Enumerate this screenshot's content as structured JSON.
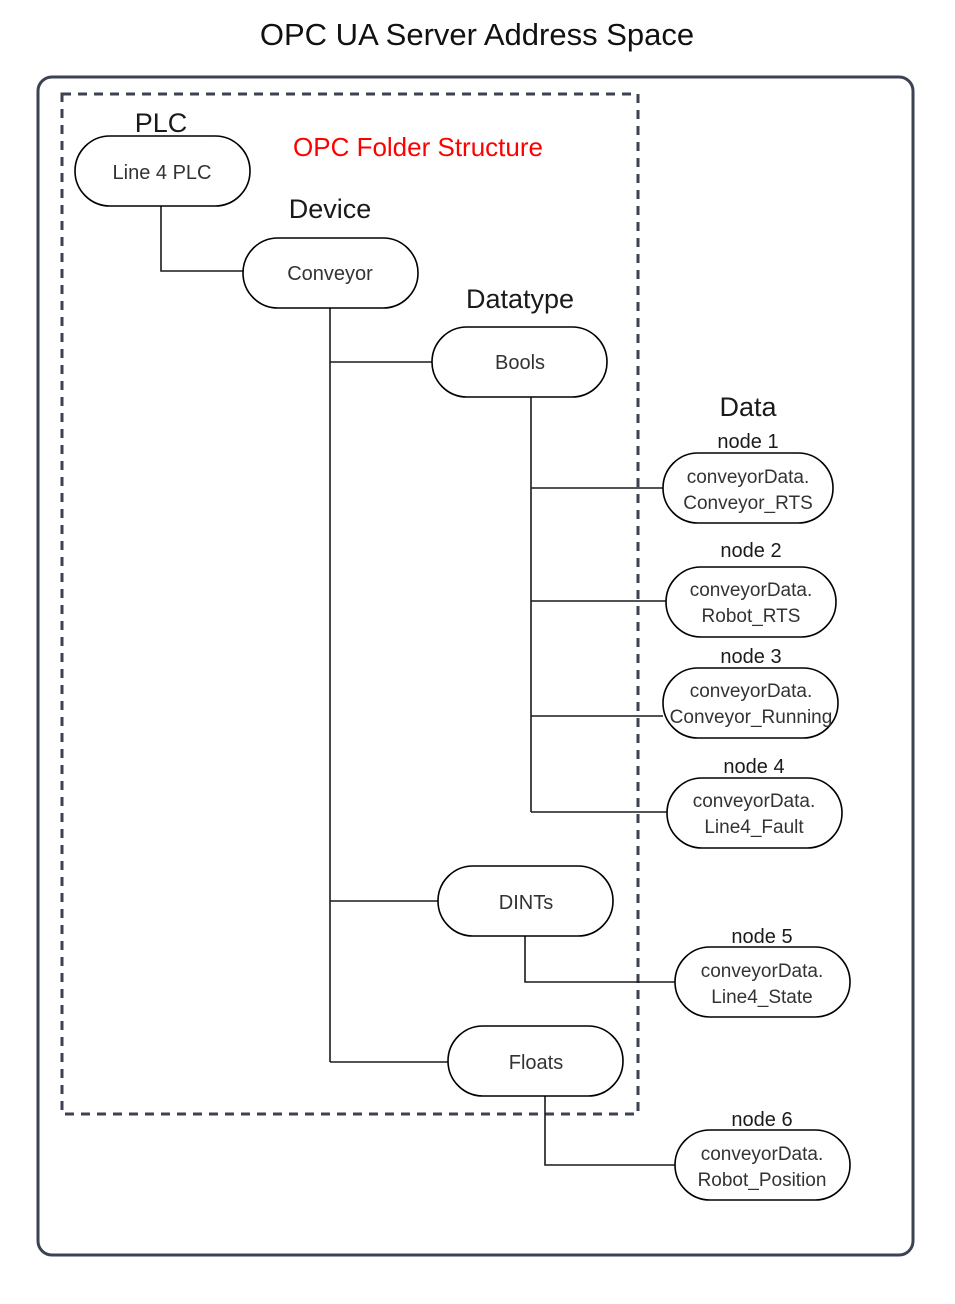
{
  "title": "OPC UA Server Address Space",
  "annotation": {
    "text": "OPC Folder Structure",
    "color": "#ff0000"
  },
  "colors": {
    "frame": "#3b4252",
    "node_stroke": "#000000",
    "edge": "#1a1a1a",
    "text": "#333333",
    "accent_red": "#ff0000",
    "background": "#ffffff"
  },
  "column_labels": {
    "plc": "PLC",
    "device": "Device",
    "datatype": "Datatype",
    "data": "Data"
  },
  "nodes": {
    "plc": {
      "label": "Line 4 PLC"
    },
    "device": {
      "label": "Conveyor"
    },
    "bools": {
      "label": "Bools"
    },
    "dints": {
      "label": "DINTs"
    },
    "floats": {
      "label": "Floats"
    }
  },
  "data_nodes": [
    {
      "caption": "node 1",
      "line1": "conveyorData.",
      "line2": "Conveyor_RTS"
    },
    {
      "caption": "node 2",
      "line1": "conveyorData.",
      "line2": "Robot_RTS"
    },
    {
      "caption": "node 3",
      "line1": "conveyorData.",
      "line2": "Conveyor_Running"
    },
    {
      "caption": "node 4",
      "line1": "conveyorData.",
      "line2": "Line4_Fault"
    },
    {
      "caption": "node 5",
      "line1": "conveyorData.",
      "line2": "Line4_State"
    },
    {
      "caption": "node 6",
      "line1": "conveyorData.",
      "line2": "Robot_Position"
    }
  ]
}
